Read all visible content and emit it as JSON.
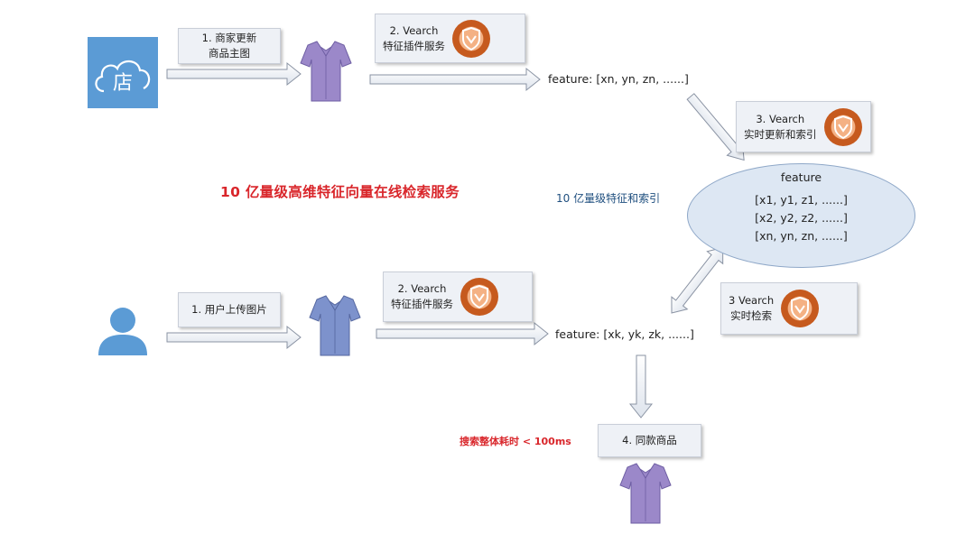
{
  "diagram": {
    "title": "10 亿量级高维特征向量在线检索服务",
    "index_label": "10 亿量级特征和索引",
    "latency_note": "搜索整体耗时 < 100ms",
    "top_flow": {
      "step1_line1": "1. 商家更新",
      "step1_line2": "商品主图",
      "step2_line1": "2. Vearch",
      "step2_line2": "特征插件服务",
      "feature": "feature: [xn, yn, zn, ......]",
      "step3_line1": "3. Vearch",
      "step3_line2": "实时更新和索引"
    },
    "bottom_flow": {
      "step1": "1. 用户上传图片",
      "step2_line1": "2. Vearch",
      "step2_line2": "特征插件服务",
      "feature": "feature: [xk, yk, zk, ......]",
      "step3_line1": "3  Vearch",
      "step3_line2": "实时检索",
      "step4": "4. 同款商品"
    },
    "store": {
      "title": "feature",
      "row1": "[x1, y1, z1, ......]",
      "row2": "[x2, y2, z2, ......]",
      "row3": "[xn, yn, zn, ......]"
    },
    "store_icon_char": "店",
    "colors": {
      "title_red": "#d9262b",
      "label_blue": "#1f4f7f",
      "shop_icon": "#5b9bd5",
      "user_icon": "#5b9bd5",
      "shirt_purple": "#9b88c9",
      "shirt_blue": "#7d92cc",
      "vearch_orange": "#c65a1e"
    }
  }
}
